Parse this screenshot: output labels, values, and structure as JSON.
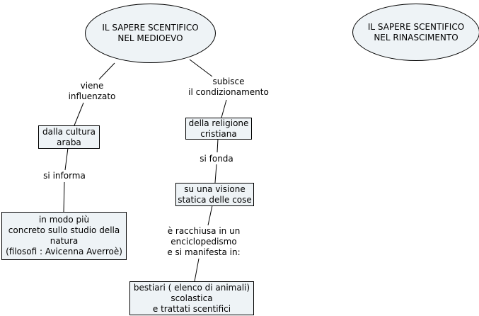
{
  "diagram": {
    "type": "concept-map",
    "colors": {
      "node_fill": "#eef3f6",
      "node_border": "#000000",
      "line": "#000000",
      "background": "#ffffff"
    },
    "roots": {
      "medioevo": "IL SAPERE SCENTIFICO\nNEL MEDIOEVO",
      "rinascimento": "IL SAPERE SCENTIFICO\nNEL RINASCIMENTO"
    },
    "left_branch": {
      "link1": "viene\ninfluenzato",
      "node1": "dalla cultura\naraba",
      "link2": "si informa",
      "node2": "in modo più\nconcreto sullo studio della\nnatura\n(filosofi : Avicenna Averroè)"
    },
    "right_branch": {
      "link1": "subisce\nil condizionamento",
      "node1": "della religione\ncristiana",
      "link2": "si fonda",
      "node2": "su una visione\nstatica delle cose",
      "link3": "è racchiusa in un\nenciclopedismo\ne si manifesta in:",
      "node3": "bestiari ( elenco di animali)\nscolastica\ne trattati scentifici"
    }
  }
}
